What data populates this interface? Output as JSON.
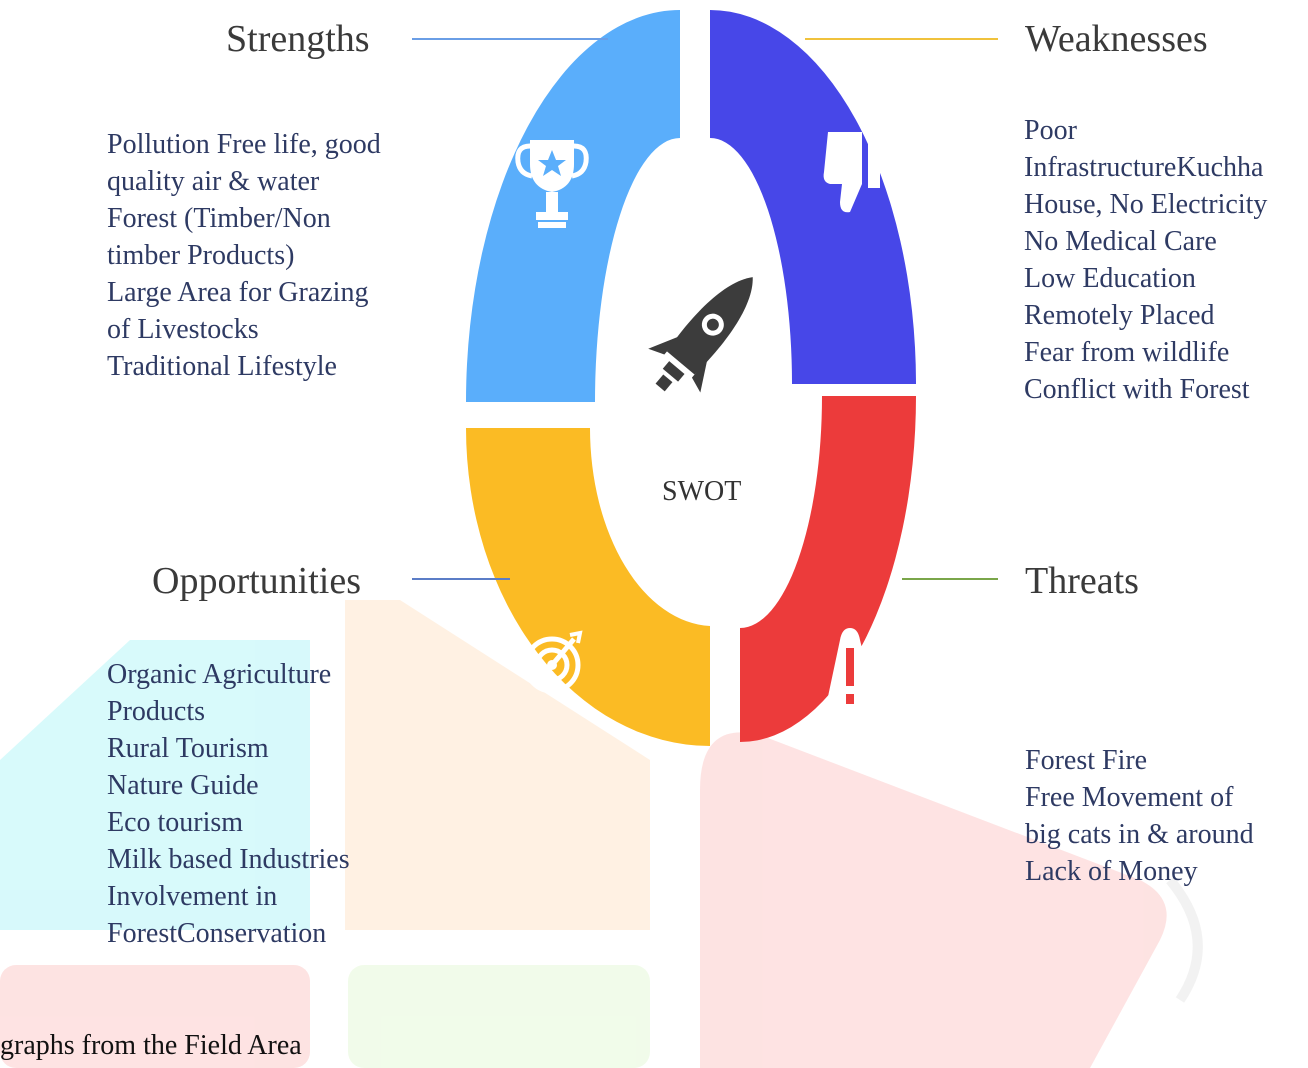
{
  "center": {
    "label": "SWOT"
  },
  "strengths": {
    "title": "Strengths",
    "color": "#5aaefb",
    "icon": "trophy-icon",
    "lines": [
      "Pollution Free life, good",
      "quality air & water",
      "Forest (Timber/Non",
      "timber Products)",
      "Large Area for Grazing",
      "of Livestocks",
      "Traditional Lifestyle"
    ]
  },
  "weaknesses": {
    "title": "Weaknesses",
    "color": "#4747e8",
    "icon": "thumbs-down-icon",
    "lines": [
      "Poor",
      "InfrastructureKuchha",
      "House, No Electricity",
      "No Medical Care",
      "Low Education",
      "Remotely Placed",
      "Fear from wildlife",
      "Conflict with Forest"
    ]
  },
  "opportunities": {
    "title": "Opportunities",
    "color": "#fbbb24",
    "icon": "target-icon",
    "lines": [
      "Organic Agriculture",
      "Products",
      "Rural Tourism",
      "Nature Guide",
      "Eco tourism",
      "Milk based Industries",
      "Involvement in",
      "ForestConservation"
    ]
  },
  "threats": {
    "title": "Threats",
    "color": "#ec3b3b",
    "icon": "warning-icon",
    "lines": [
      "Forest Fire",
      "Free Movement of",
      "big cats in & around",
      "Lack of Money"
    ]
  },
  "center_icon": "rocket-icon",
  "caption": "graphs from the Field Area"
}
